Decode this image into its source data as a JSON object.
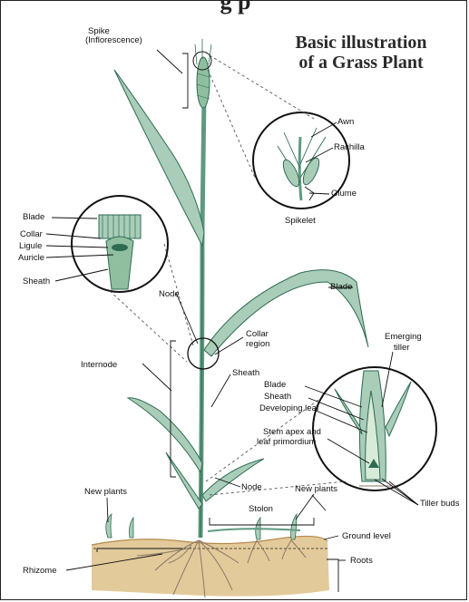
{
  "header": {
    "cut_text": "g         p",
    "title_line1": "Basic illustration",
    "title_line2": "of a Grass Plant"
  },
  "labels": {
    "spike": "Spike",
    "inflorescence": "(Inflorescence)",
    "awn": "Awn",
    "rachilla": "Rachilla",
    "glume": "Glume",
    "spikelet": "Spikelet",
    "blade_inset": "Blade",
    "collar": "Collar",
    "ligule": "Ligule",
    "auricle": "Auricle",
    "sheath_inset": "Sheath",
    "node_top": "Node",
    "collar_region_1": "Collar",
    "collar_region_2": "region",
    "blade_right": "Blade",
    "internode": "Internode",
    "sheath_stem": "Sheath",
    "emerging_tiller_1": "Emerging",
    "emerging_tiller_2": "tiller",
    "blade_tiller": "Blade",
    "sheath_tiller": "Sheath",
    "developing_leaf": "Developing leaf",
    "stem_apex_1": "Stem apex and",
    "stem_apex_2": "leaf primordium",
    "node_bottom": "Node",
    "new_plants_left": "New plants",
    "new_plants_right": "New plants",
    "stolon": "Stolon",
    "ground_level": "Ground level",
    "tiller_buds": "Tiller buds",
    "rhizome": "Rhizome",
    "roots": "Roots"
  },
  "colors": {
    "leaf_green": "#5f9a80",
    "leaf_dark": "#2f6b52",
    "leaf_light": "#a9cdb8",
    "soil": "#d9b878",
    "soil_dark": "#b58a4a",
    "root": "#8a7a66",
    "line": "#222222"
  }
}
